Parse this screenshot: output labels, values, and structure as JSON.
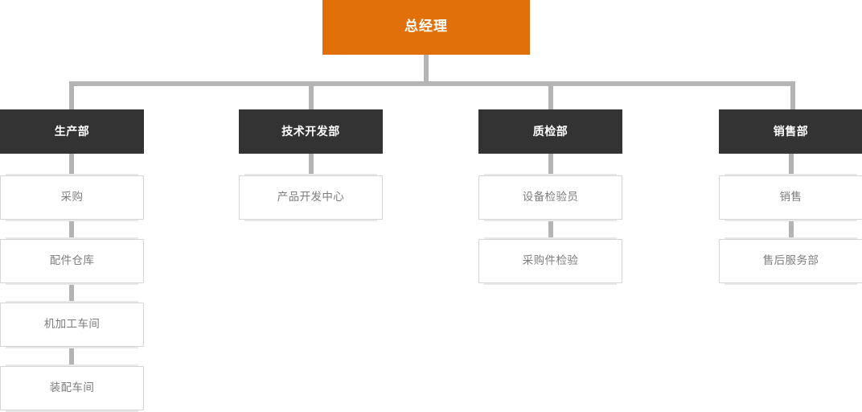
{
  "chart_title": "",
  "colors": {
    "root_fill": "#e2700a",
    "root_text": "#ffffff",
    "dept_fill": "#333333",
    "dept_text": "#ffffff",
    "unit_fill": "#ffffff",
    "unit_border": "#d6d6d6",
    "unit_text": "#7d7d7d",
    "connector": "#b4b4b4",
    "background": "#ffffff"
  },
  "root": {
    "label": "总经理"
  },
  "departments": [
    {
      "label": "生产部",
      "units": [
        {
          "label": "采购"
        },
        {
          "label": "配件仓库"
        },
        {
          "label": "机加工车间"
        },
        {
          "label": "装配车间"
        }
      ]
    },
    {
      "label": "技术开发部",
      "units": [
        {
          "label": "产品开发中心"
        }
      ]
    },
    {
      "label": "质检部",
      "units": [
        {
          "label": "设备检验员"
        },
        {
          "label": "采购件检验"
        }
      ]
    },
    {
      "label": "销售部",
      "units": [
        {
          "label": "销售"
        },
        {
          "label": "售后服务部"
        }
      ]
    }
  ]
}
